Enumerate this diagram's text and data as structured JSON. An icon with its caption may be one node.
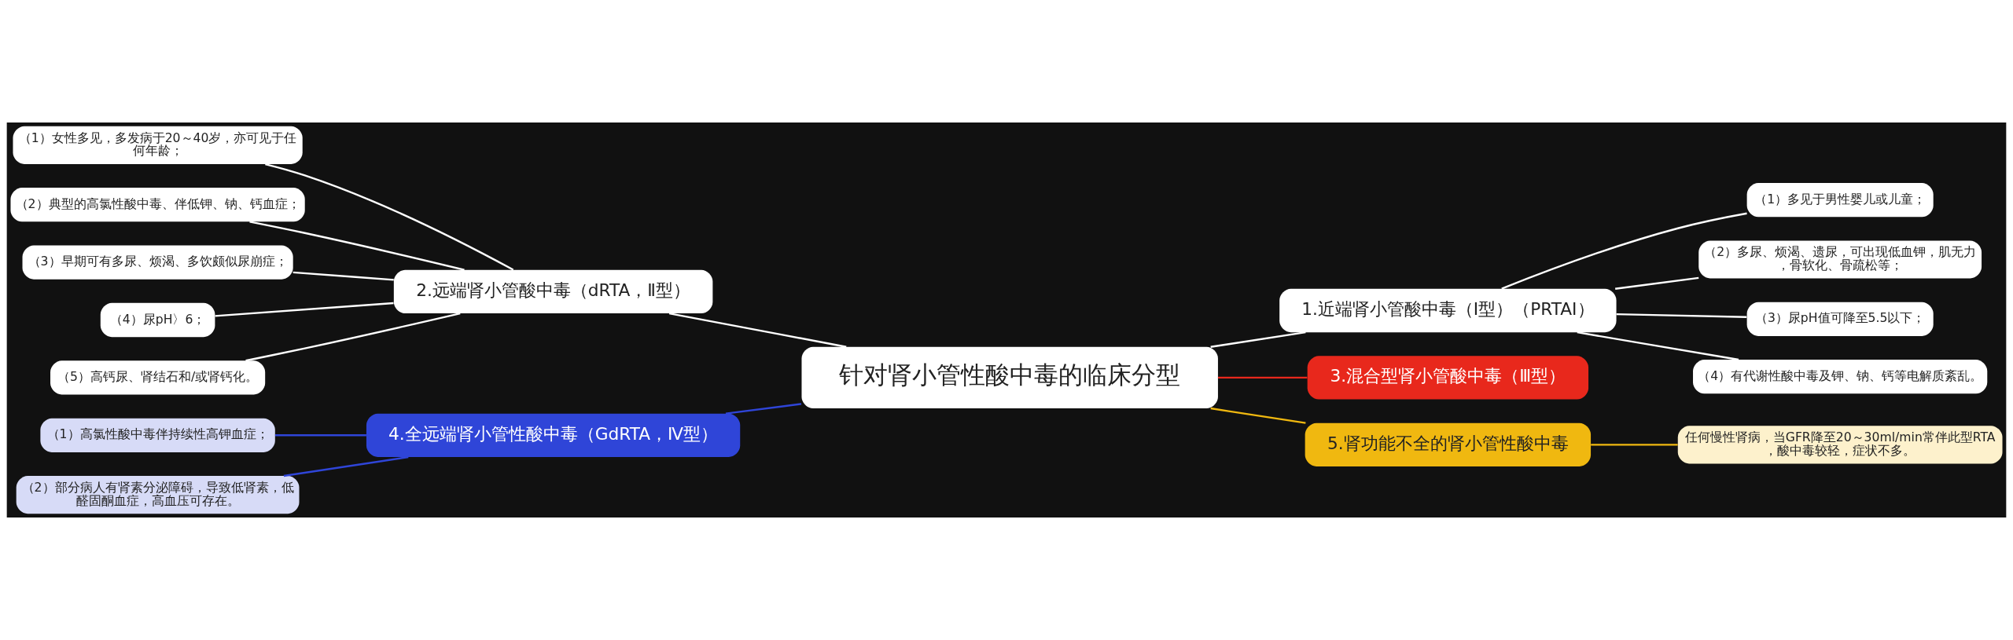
{
  "diagram": {
    "nodes": [
      {
        "text": [
          "针对肾小管性酸中毒的临床分型"
        ]
      },
      {
        "text": [
          "1.近端肾小管酸中毒（Ⅰ型）（PRTAⅠ）"
        ]
      },
      {
        "text": [
          "（1）多见于男性婴儿或儿童；"
        ]
      },
      {
        "text": [
          "（2）多尿、烦渴、遗尿，可出现低血钾，肌无力，骨软化、骨疏松等；"
        ]
      },
      {
        "text": [
          "（3）尿pH值可降至5.5以下；"
        ]
      },
      {
        "text": [
          "（4）有代谢性酸中毒及钾、钠、钙等电解质紊乱。"
        ]
      },
      {
        "text": [
          "2.远端肾小管酸中毒（dRTA，Ⅱ型）"
        ]
      },
      {
        "text": [
          "（1）女性多见，多发病于20～40岁，亦可见于任何年龄；"
        ]
      },
      {
        "text": [
          "（2）典型的高氯性酸中毒、伴低钾、钠、钙血症；"
        ]
      },
      {
        "text": [
          "（3）早期可有多尿、烦渴、多饮颇似尿崩症；"
        ]
      },
      {
        "text": [
          "（4）尿pH〉6；"
        ]
      },
      {
        "text": [
          "（5）高钙尿、肾结石和/或肾钙化。"
        ]
      },
      {
        "text": [
          "3.混合型肾小管酸中毒（Ⅲ型）"
        ]
      },
      {
        "text": [
          "4.全远端肾小管性酸中毒（GdRTA，Ⅳ型）"
        ]
      },
      {
        "text": [
          "（1）高氯性酸中毒伴持续性高钾血症；"
        ]
      },
      {
        "text": [
          "（2）部分病人有肾素分泌障碍，导致低肾素，低醛固酮血症，高血压可存在。"
        ]
      },
      {
        "text": [
          "5.肾功能不全的肾小管性酸中毒"
        ]
      },
      {
        "text": [
          "任何慢性肾病，当GFR降至20～30ml/min常伴此型RTA，酸中毒较轻，症状不多。"
        ]
      }
    ],
    "edges": [
      {
        "from": 0,
        "to": 1,
        "arrow": "none"
      },
      {
        "from": 1,
        "to": 2,
        "arrow": "none"
      },
      {
        "from": 1,
        "to": 3,
        "arrow": "none"
      },
      {
        "from": 1,
        "to": 4,
        "arrow": "none"
      },
      {
        "from": 1,
        "to": 5,
        "arrow": "none"
      },
      {
        "from": 0,
        "to": 6,
        "arrow": "none"
      },
      {
        "from": 6,
        "to": 7,
        "arrow": "none"
      },
      {
        "from": 6,
        "to": 8,
        "arrow": "none"
      },
      {
        "from": 6,
        "to": 9,
        "arrow": "none"
      },
      {
        "from": 6,
        "to": 10,
        "arrow": "none"
      },
      {
        "from": 6,
        "to": 11,
        "arrow": "none"
      },
      {
        "from": 0,
        "to": 12,
        "arrow": "none",
        "color": "#e8281c"
      },
      {
        "from": 0,
        "to": 13,
        "arrow": "none",
        "color": "#2f45d8"
      },
      {
        "from": 13,
        "to": 14,
        "arrow": "none",
        "color": "#2f45d8"
      },
      {
        "from": 13,
        "to": 15,
        "arrow": "none",
        "color": "#2f45d8"
      },
      {
        "from": 0,
        "to": 16,
        "arrow": "none",
        "color": "#f0b810"
      },
      {
        "from": 16,
        "to": 17,
        "arrow": "none",
        "color": "#f0b810"
      }
    ]
  }
}
